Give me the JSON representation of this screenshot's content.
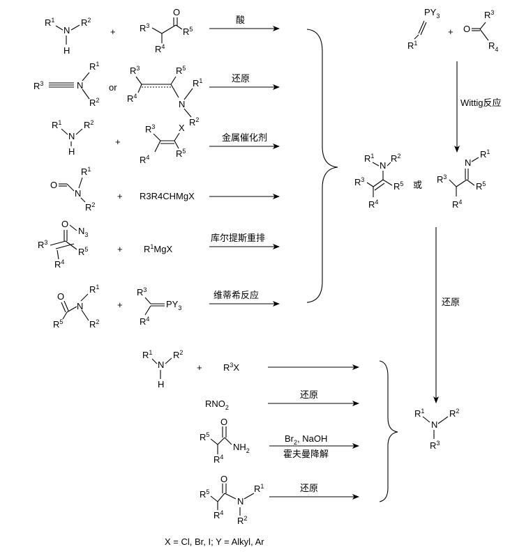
{
  "conditions": {
    "acid": "酸",
    "reduction": "还原",
    "metal_catalyst": "金属催化剂",
    "curtius": "库尔提斯重排",
    "wittig_reaction": "维蒂希反应",
    "wittig_label": "Wittig反应",
    "br2_naoh": "Br2, NaOH",
    "hofmann": "霍夫曼降解"
  },
  "connectors": {
    "or1": "or",
    "or2": "或",
    "plus": "+"
  },
  "reagents": {
    "grignard1": "R3R4CHMgX",
    "grignard2": "R1MgX",
    "alkyl_halide": "R3X",
    "nitro": "RNO2"
  },
  "footnote": "X = Cl, Br, I; Y = Alkyl, Ar"
}
